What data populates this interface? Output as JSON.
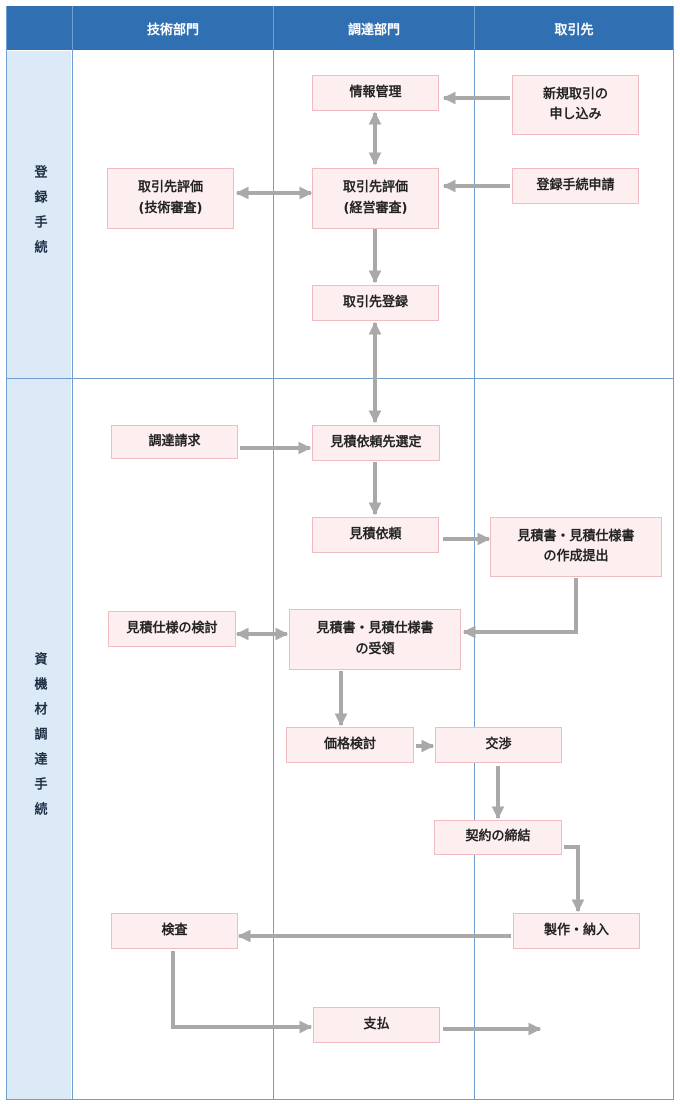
{
  "header": {
    "corner": "",
    "col1": "技術部門",
    "col2": "調達部門",
    "col3": "取引先"
  },
  "lanes": {
    "registration": "登録手続",
    "procurement": "資機材調達手続"
  },
  "boxes": {
    "info_mgmt": "情報管理",
    "new_application": "新規取引の\n申し込み",
    "eval_tech": "取引先評価\n(技術審査)",
    "eval_mgmt": "取引先評価\n(経営審査)",
    "reg_application": "登録手続申請",
    "supplier_reg": "取引先登録",
    "proc_request": "調達請求",
    "select_quote_dest": "見積依頼先選定",
    "quote_request": "見積依頼",
    "quote_submit": "見積書・見積仕様書\nの作成提出",
    "spec_review": "見積仕様の検討",
    "quote_receive": "見積書・見積仕様書\nの受領",
    "price_review": "価格検討",
    "negotiation": "交渉",
    "contract": "契約の締結",
    "manufacture": "製作・納入",
    "inspection": "検査",
    "payment": "支払"
  },
  "colors": {
    "header": "#2f6fb2",
    "lane_label": "#dce9f6",
    "grid": "#6f9fd0",
    "box_fill": "#fdeff0",
    "box_border": "#f0bcc1",
    "arrow": "#a9a9a9"
  }
}
